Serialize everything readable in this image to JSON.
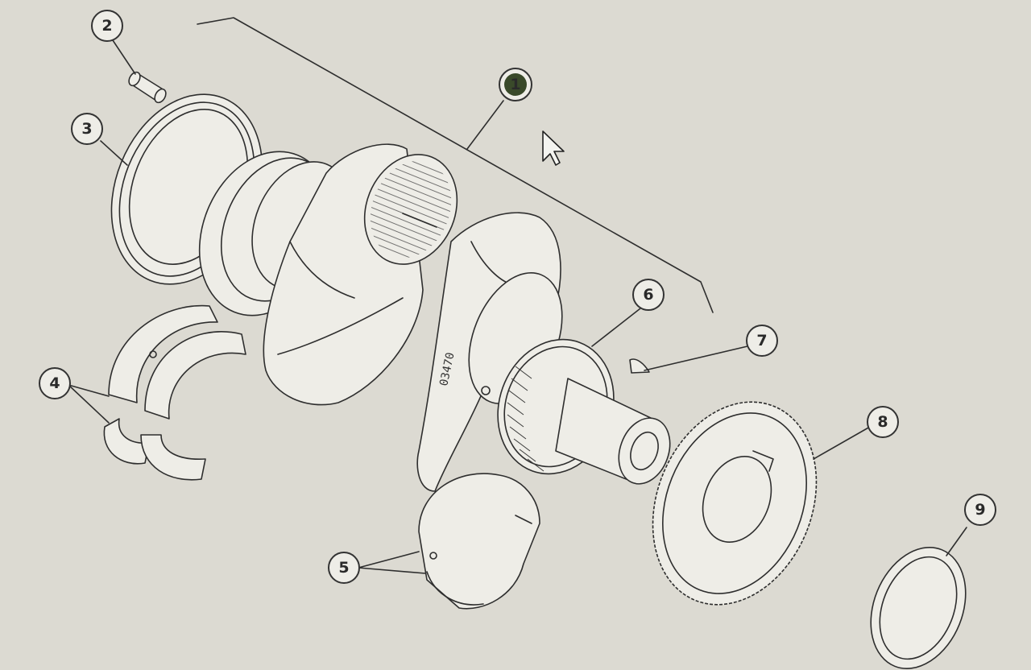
{
  "diagram": {
    "callouts": [
      {
        "id": "1",
        "label": "1",
        "highlighted": true
      },
      {
        "id": "2",
        "label": "2"
      },
      {
        "id": "3",
        "label": "3"
      },
      {
        "id": "4",
        "label": "4"
      },
      {
        "id": "5",
        "label": "5"
      },
      {
        "id": "6",
        "label": "6"
      },
      {
        "id": "7",
        "label": "7"
      },
      {
        "id": "8",
        "label": "8"
      },
      {
        "id": "9",
        "label": "9"
      }
    ],
    "shaft_marking": "03470",
    "colors": {
      "background": "#dcdad2",
      "line": "#2e2e2e",
      "callout_highlight": "#3a4a2a"
    }
  }
}
